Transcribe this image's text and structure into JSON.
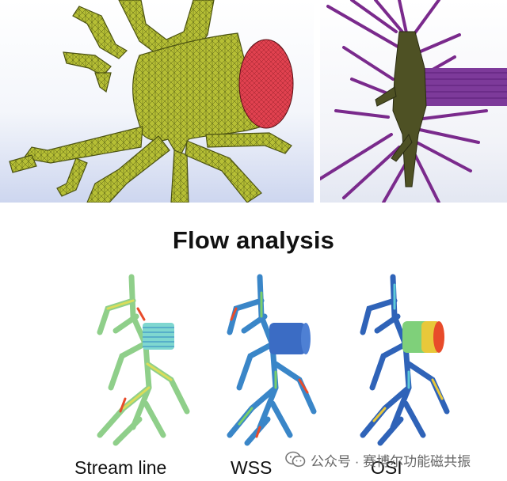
{
  "title": "Flow analysis",
  "captions": {
    "stream_line": "Stream line",
    "wss": "WSS",
    "osi": "OSI"
  },
  "watermark": {
    "text": "公众号 · 赛博尔功能磁共振",
    "icon": "wechat-icon"
  },
  "colors": {
    "mesh_fill": "#b6bf35",
    "mesh_outlet": "#e0414f",
    "stream_lines": "#7a2a8c",
    "wss_base": "#3a86c8",
    "osi_base": "#2f63b8",
    "hot": "#e84b2a",
    "warm": "#e8c83a"
  }
}
